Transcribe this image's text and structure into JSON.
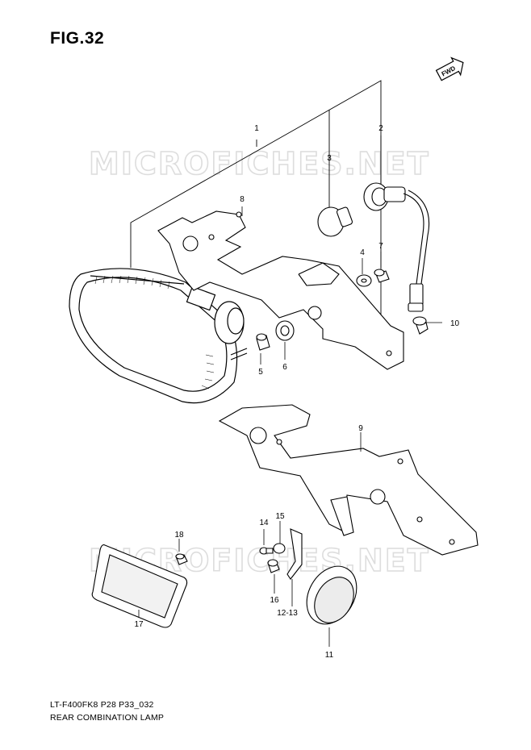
{
  "figure": {
    "title": "FIG.32",
    "code": "LT-F400FK8 P28 P33_032",
    "name": "REAR COMBINATION LAMP"
  },
  "direction_tag": "FWD",
  "watermark": "MICROFICHES.NET",
  "callouts": [
    {
      "id": "1",
      "label": "1"
    },
    {
      "id": "2",
      "label": "2"
    },
    {
      "id": "3",
      "label": "3"
    },
    {
      "id": "4",
      "label": "4"
    },
    {
      "id": "5",
      "label": "5"
    },
    {
      "id": "6",
      "label": "6"
    },
    {
      "id": "7",
      "label": "7"
    },
    {
      "id": "8",
      "label": "8"
    },
    {
      "id": "9",
      "label": "9"
    },
    {
      "id": "10",
      "label": "10"
    },
    {
      "id": "11",
      "label": "11"
    },
    {
      "id": "12-13",
      "label": "12-13"
    },
    {
      "id": "14",
      "label": "14"
    },
    {
      "id": "15",
      "label": "15"
    },
    {
      "id": "16",
      "label": "16"
    },
    {
      "id": "17",
      "label": "17"
    },
    {
      "id": "18",
      "label": "18"
    }
  ]
}
